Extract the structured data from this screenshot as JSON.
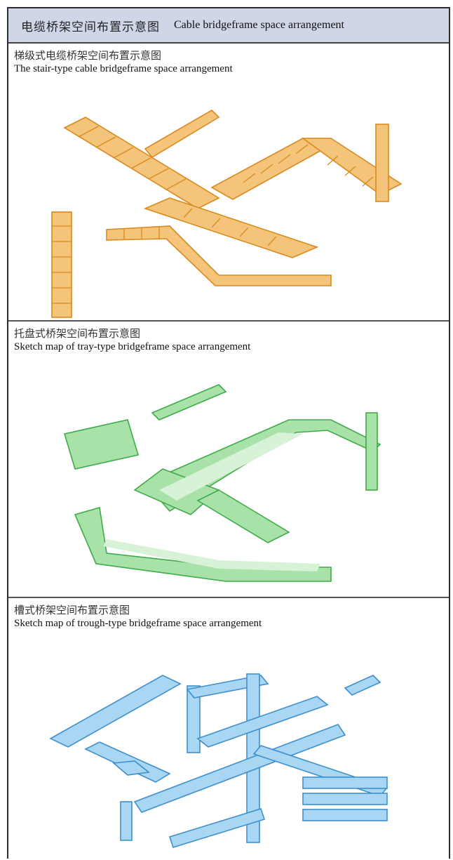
{
  "header": {
    "title_zh": "电缆桥架空间布置示意图",
    "title_en": "Cable bridgeframe space arrangement"
  },
  "sections": [
    {
      "caption_zh": "梯级式电缆桥架空间布置示意图",
      "caption_en": "The stair-type cable bridgeframe space arrangement",
      "color": "#e8a23c"
    },
    {
      "caption_zh": "托盘式桥架空间布置示意图",
      "caption_en": "Sketch map of tray-type bridgeframe space arrangement",
      "color": "#5cc466"
    },
    {
      "caption_zh": "槽式桥架空间布置示意图",
      "caption_en": "Sketch map of trough-type bridgeframe space arrangement",
      "color": "#6cb4e6"
    }
  ]
}
